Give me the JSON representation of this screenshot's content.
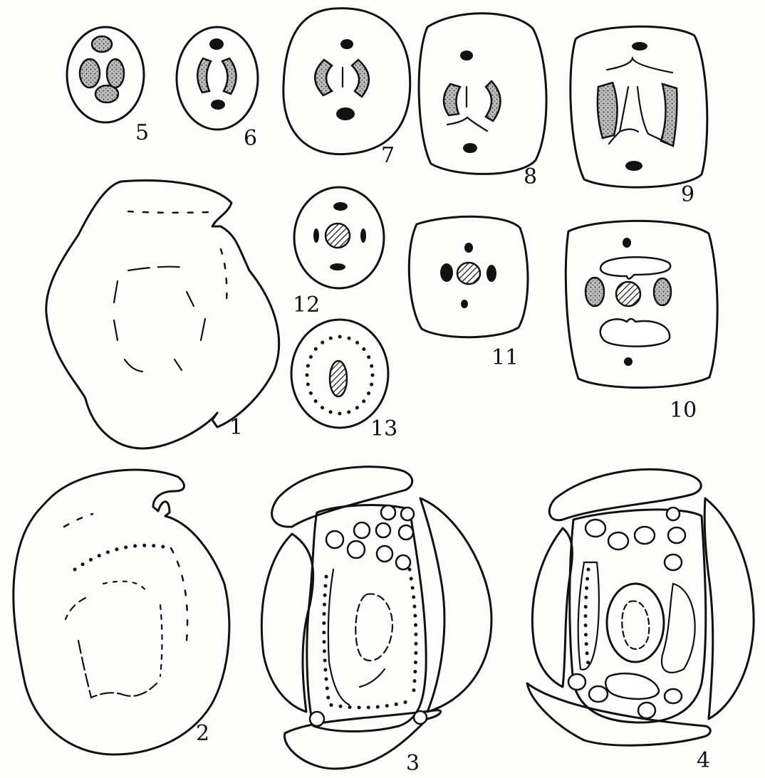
{
  "plate": {
    "figure_labels": {
      "f1": "1",
      "f2": "2",
      "f3": "3",
      "f4": "4",
      "f5": "5",
      "f6": "6",
      "f7": "7",
      "f8": "8",
      "f9": "9",
      "f10": "10",
      "f11": "11",
      "f12": "12",
      "f13": "13"
    },
    "colors": {
      "ink": "#111111",
      "paper": "#fdfdfb"
    }
  }
}
